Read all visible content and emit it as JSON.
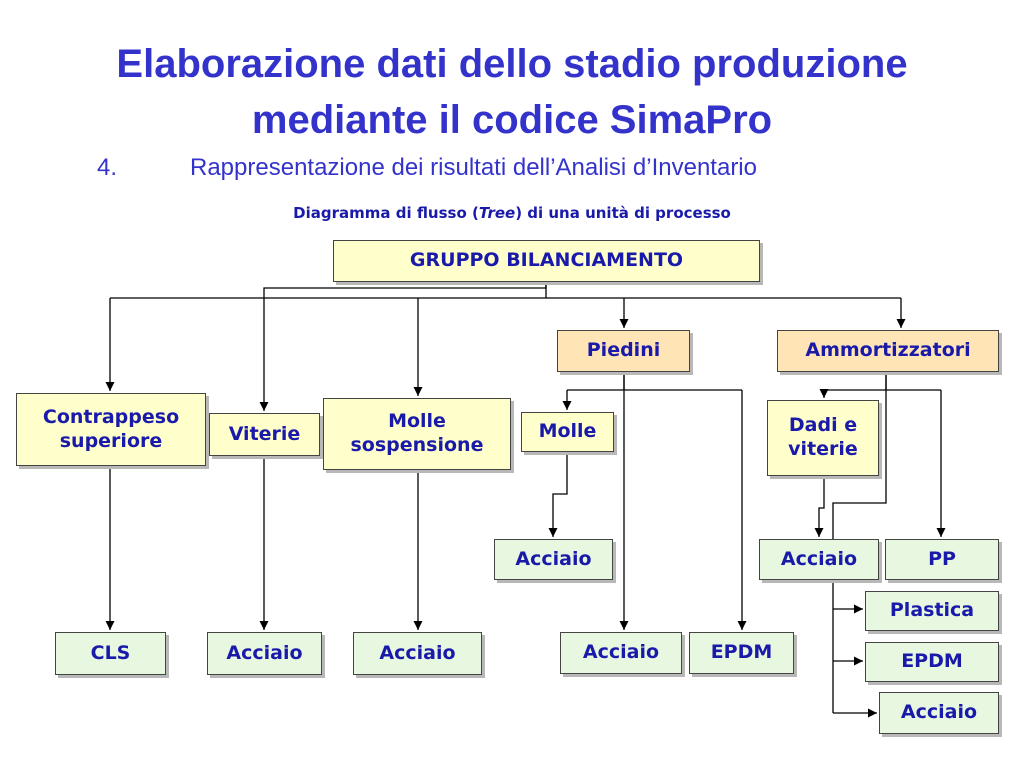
{
  "title": {
    "line1": "Elaborazione dati dello stadio produzione",
    "line2": "mediante il codice SimaPro"
  },
  "subtitle": {
    "number": "4.",
    "text": "Rappresentazione dei risultati dell’Analisi d’Inventario"
  },
  "caption": {
    "before": "Diagramma di flusso (",
    "italic": "Tree",
    "after": ") di una unità di processo"
  },
  "nodes": {
    "root": "GRUPPO BILANCIAMENTO",
    "piedini": "Piedini",
    "ammortizzatori": "Ammortizzatori",
    "contrappeso": "Contrappeso superiore",
    "viterie": "Viterie",
    "molle_sospensione": "Molle sospensione",
    "molle": "Molle",
    "dadi_viterie": "Dadi e viterie",
    "acciaio_molle": "Acciaio",
    "acciaio_dadi": "Acciaio",
    "pp": "PP",
    "plastica": "Plastica",
    "epdm_amm": "EPDM",
    "acciaio_amm": "Acciaio",
    "cls": "CLS",
    "acciaio_viterie": "Acciaio",
    "acciaio_molle_sosp": "Acciaio",
    "acciaio_piedini": "Acciaio",
    "epdm_piedini": "EPDM"
  },
  "colors": {
    "title": "#3333cc",
    "text": "#1a1aaa",
    "level1": "#ffe4b5",
    "level2": "#ffffcc",
    "materials": "#e8f8e0",
    "line": "#000000"
  }
}
